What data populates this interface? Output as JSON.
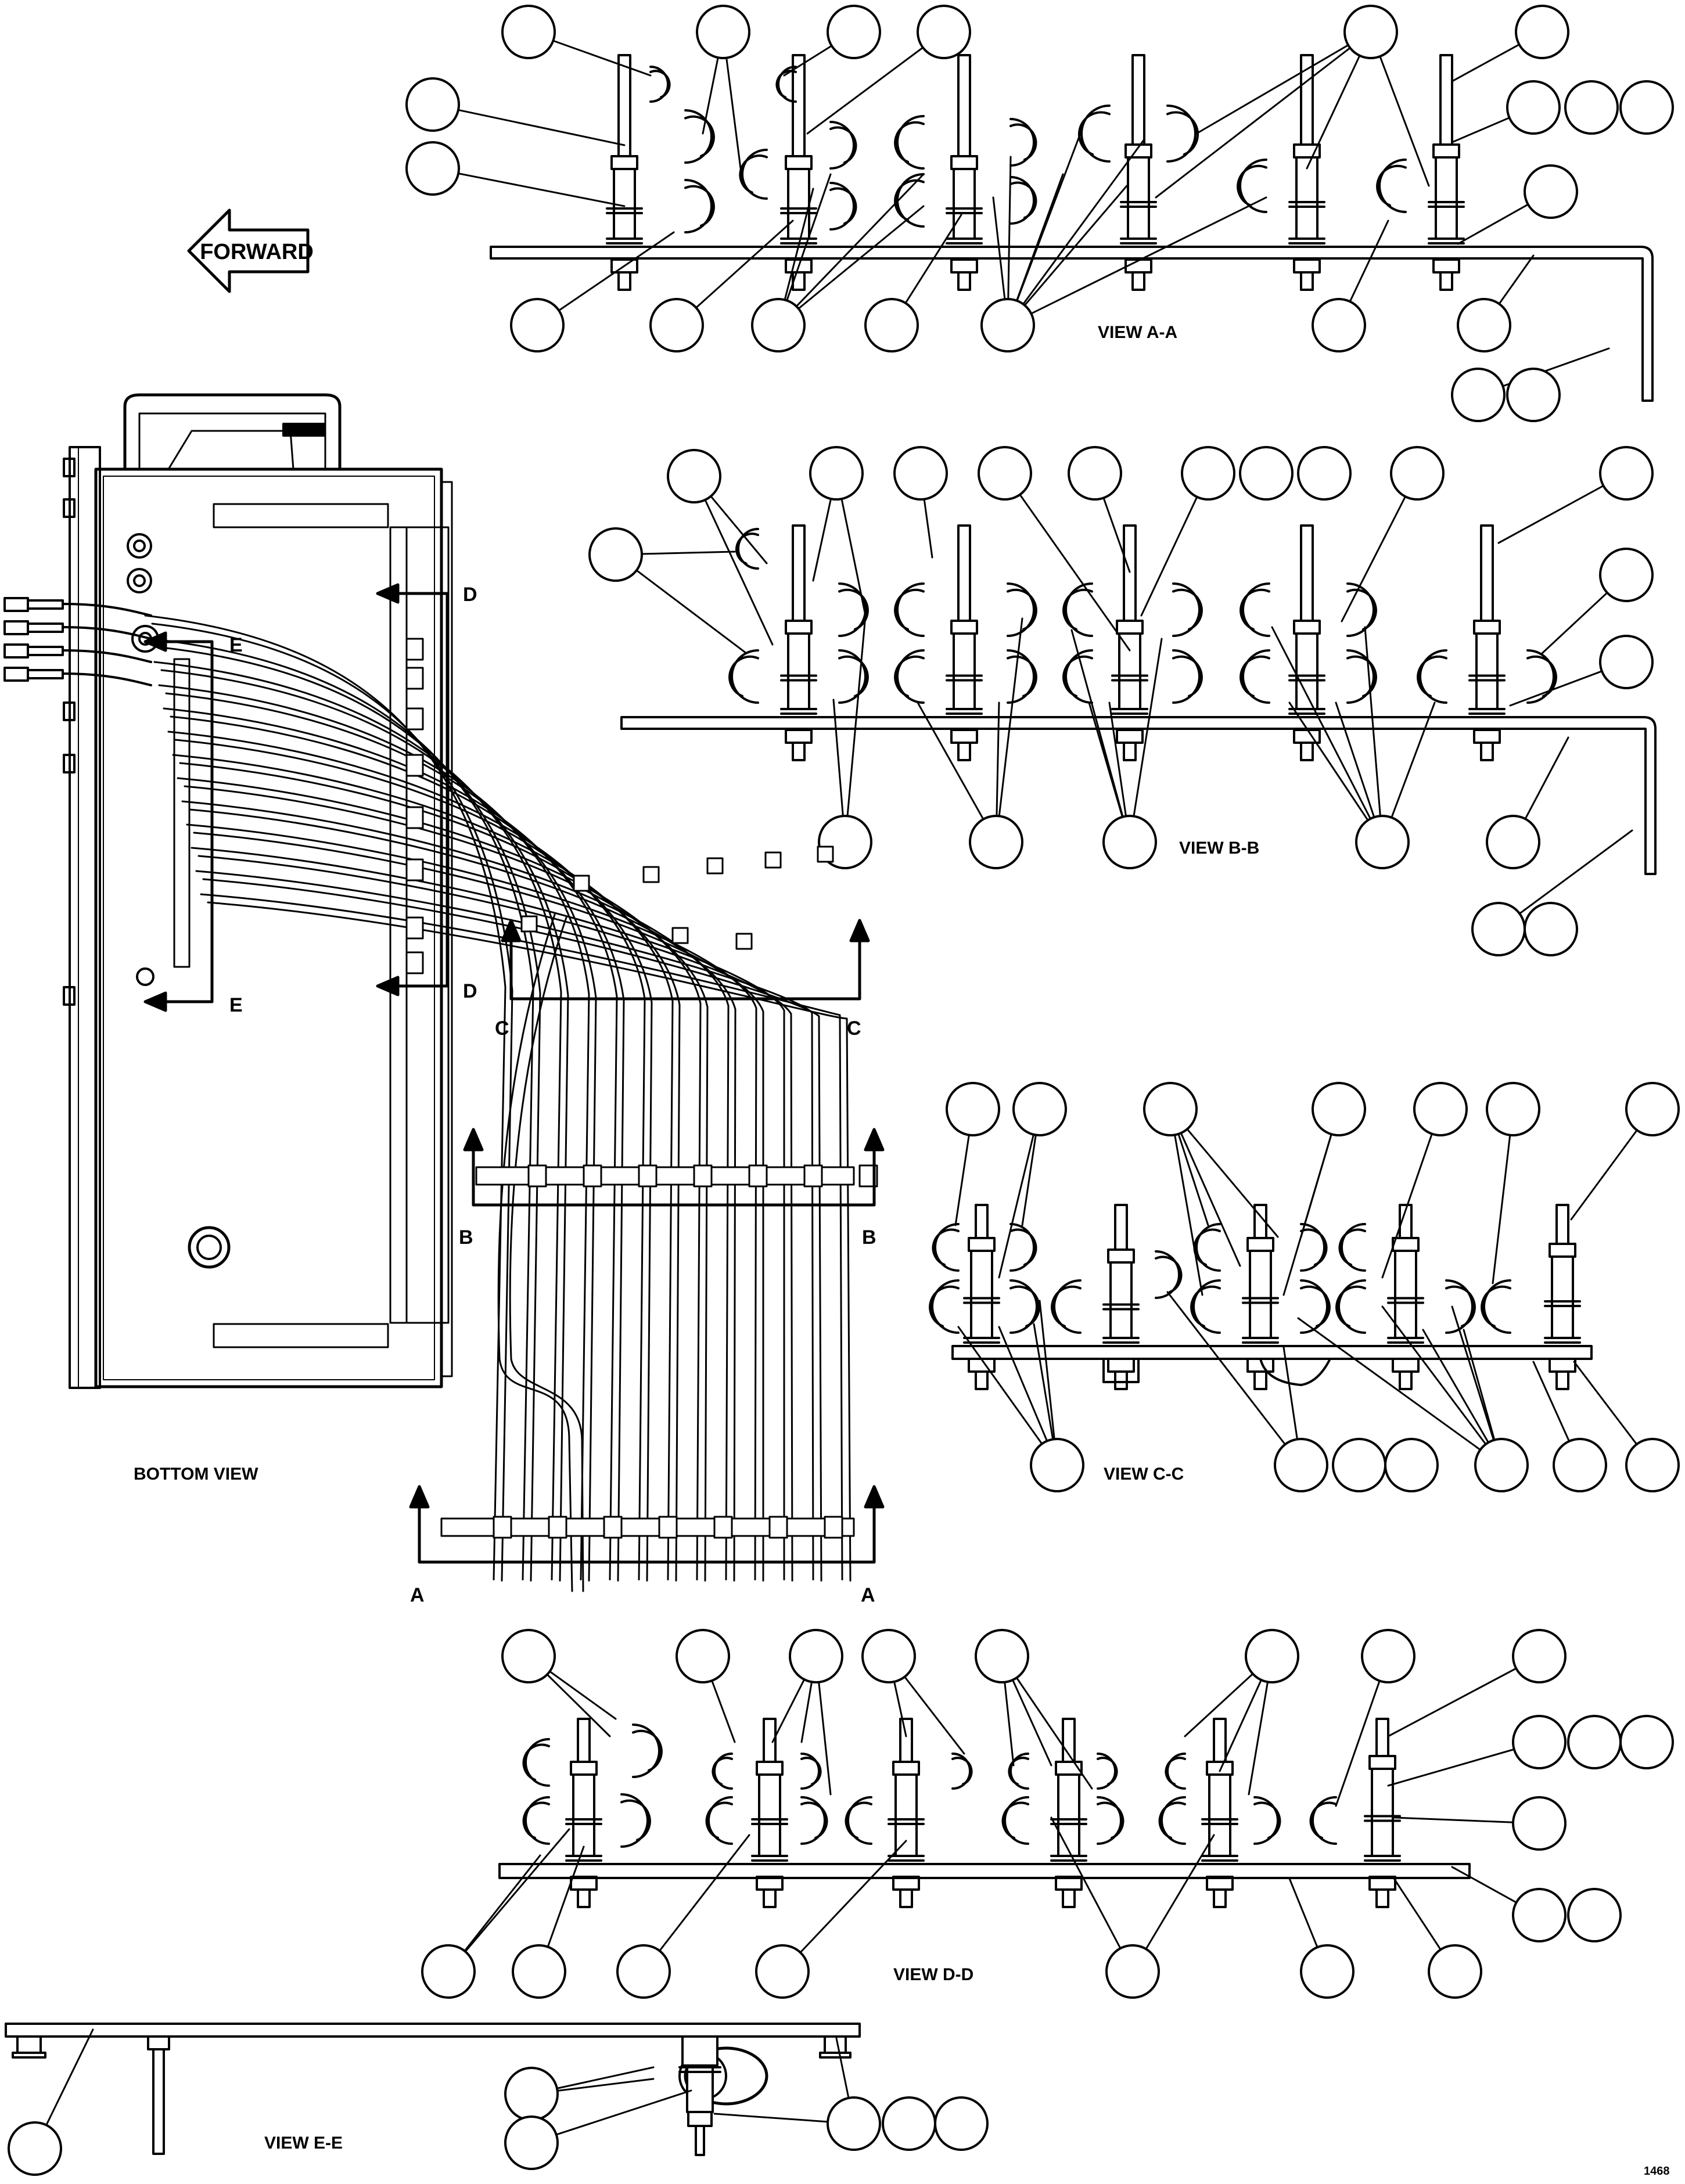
{
  "forward_label": "FORWARD",
  "views": {
    "aa": "VIEW A-A",
    "bb": "VIEW B-B",
    "cc": "VIEW C-C",
    "dd": "VIEW D-D",
    "ee": "VIEW E-E",
    "bottom": "BOTTOM VIEW"
  },
  "section_letters": {
    "a": "A",
    "b": "B",
    "c": "C",
    "d": "D",
    "e": "E"
  },
  "page_id": "1468",
  "colors": {
    "ink": "#000000",
    "paper": "#ffffff"
  }
}
